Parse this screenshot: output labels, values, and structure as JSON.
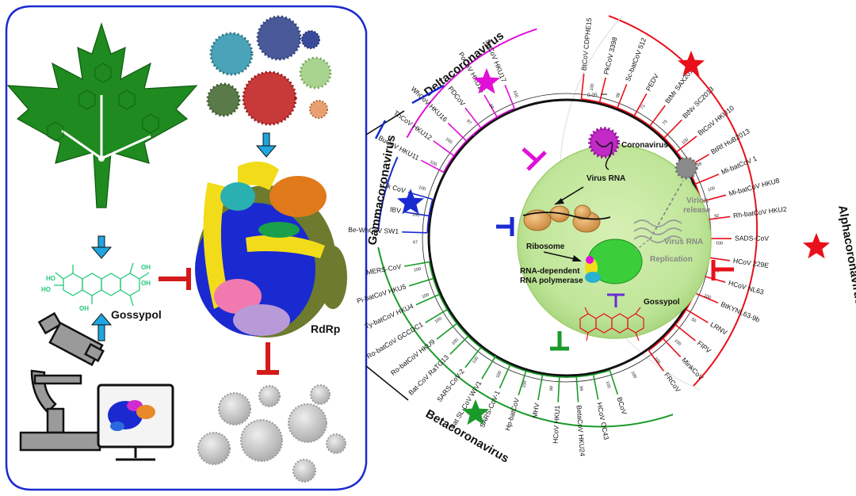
{
  "colors": {
    "alpha": "#e8101a",
    "beta": "#1a9a2a",
    "gamma": "#1a2ad0",
    "delta": "#e010d8",
    "panel_border": "#1a2ad0",
    "leaf": "#1f8a1f",
    "arrow": "#1fa6e0",
    "inhibit": "#d41a1a",
    "cell": "#c5e8a0"
  },
  "left_panel": {
    "gossypol_label": "Gossypol",
    "rdrp_label": "RdRp"
  },
  "cell": {
    "coronavirus_label": "Coronavirus",
    "virus_rna_top": "Virus RNA",
    "virion_release": "Virion\nrelease",
    "ribosome": "Ribosome",
    "virus_rna_right": "Virus RNA",
    "replication": "Replication",
    "rdrp_line1": "RNA-dependent",
    "rdrp_line2": "RNA polymerase",
    "gossypol_label": "Gossypol"
  },
  "clades": {
    "alpha": "Alphacoronavirus",
    "beta": "Betacoronavirus",
    "gamma": "Gammacoronavirus",
    "delta": "Deltacoronavirus"
  },
  "scale_label": "0.05",
  "tree": {
    "alpha": [
      "BtCoV CDPHE15",
      "PkCoV 3398",
      "Sc-batCoV 512",
      "PEDV",
      "BtMr SAX2011",
      "BtNv SC2013",
      "BtCoV HKU10",
      "BtRf HuB2013",
      "Mi-batCoV 1",
      "Mi-batCoV HKU8",
      "Rh-batCoV HKU2",
      "SADS-CoV",
      "HCoV 229E",
      "HCoV NL63",
      "BtKYNL63-9b",
      "LRNV",
      "FIPV",
      "MinkCoV",
      "FRCoV"
    ],
    "beta": [
      "BCoV",
      "HCoV OC43",
      "BetaCoV HKU24",
      "HCoV HKU1",
      "MHV",
      "Hp-batCoV",
      "SARS-CoV-1",
      "Bat SL-CoV WIV1",
      "SARS-CoV-2",
      "Bat-CoV RaTG13",
      "Ro-batCoV HKU9",
      "Ro-batCoV GCCDC1",
      "Ty-batCoV HKU4",
      "Pi-batCoV HKU5",
      "MERS-CoV"
    ],
    "gamma": [
      "Be-WhCoV SW1",
      "IBV",
      "Dk CoV"
    ],
    "delta": [
      "BuCoV HKU11",
      "ThCoV HKU12",
      "WhCoV HKU16",
      "PDCoV",
      "PoCoV HKU15",
      "SpCoV HKU17"
    ]
  },
  "bootstrap": [
    "100",
    "98",
    "71",
    "75",
    "100",
    "99",
    "100",
    "92",
    "100",
    "100",
    "100",
    "50",
    "100",
    "100",
    "100",
    "100",
    "99",
    "99",
    "100",
    "100",
    "100",
    "100",
    "100",
    "100",
    "100",
    "67",
    "100",
    "100",
    "100",
    "100",
    "97",
    "99",
    "100"
  ]
}
